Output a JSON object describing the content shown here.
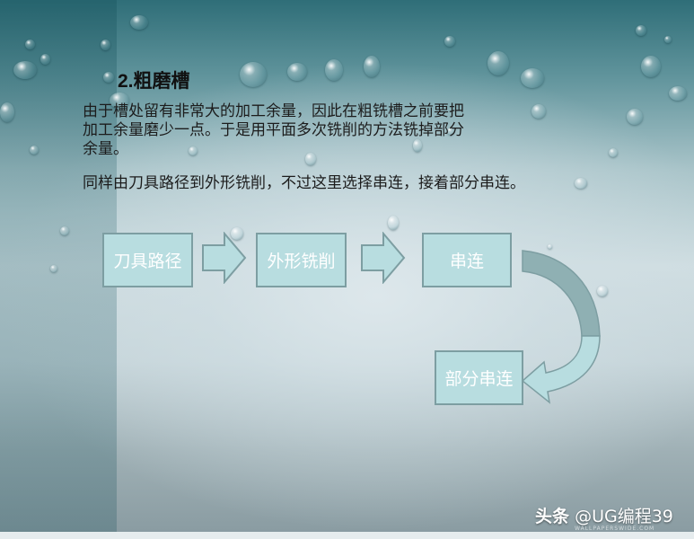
{
  "slide": {
    "title": "2.粗磨槽",
    "paragraph1": {
      "lines": [
        "由于槽处留有非常大的加工余量，因此在粗铣槽之前要把",
        "加工余量磨少一点。于是用平面多次铣削的方法铣掉部分",
        "余量。"
      ]
    },
    "paragraph2": "同样由刀具路径到外形铣削，不过这里选择串连，接着部分串连。",
    "flow": {
      "steps": [
        {
          "label": "刀具路径"
        },
        {
          "label": "外形铣削"
        },
        {
          "label": "串连"
        },
        {
          "label": "部分串连"
        }
      ],
      "colors": {
        "box_fill": "#b8dde0",
        "box_border": "#7d9ea2",
        "arrow_fill": "#b8dde0",
        "arrow_border": "#7d9ea2",
        "curve_dark": "#8fb0b3",
        "text": "#ffffff"
      }
    }
  },
  "watermark": {
    "brand": "头条",
    "handle": "@UG编程39",
    "wallpaper_credit": "WALLPAPERSWIDE.COM"
  }
}
